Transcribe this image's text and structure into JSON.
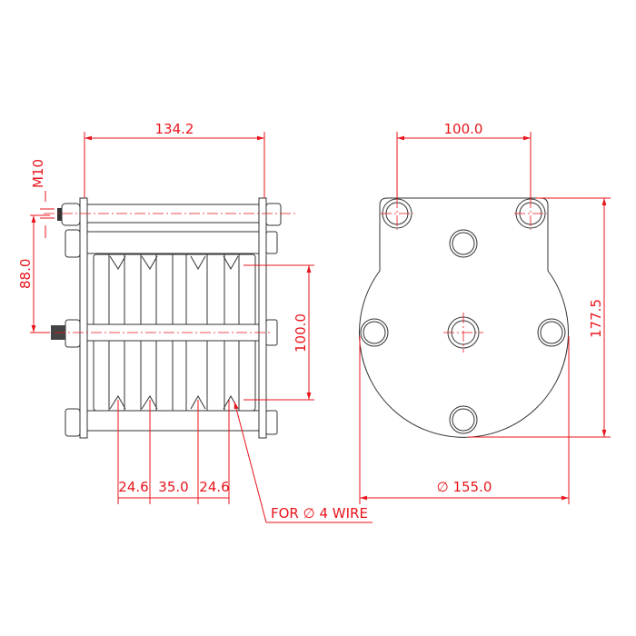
{
  "drawing": {
    "side_view": {
      "overall_width": "134.2",
      "thread": "M10",
      "bolt_to_shaft": "88.0",
      "groove_span": "100.0",
      "groove_pitch_1": "24.6",
      "groove_pitch_2": "35.0",
      "groove_pitch_3": "24.6",
      "note": "FOR ∅ 4 WIRE"
    },
    "front_view": {
      "bolt_spacing": "100.0",
      "height": "177.5",
      "diameter": "∅ 155.0"
    }
  },
  "colors": {
    "dimension": "#e8141b",
    "outline": "#333333"
  }
}
